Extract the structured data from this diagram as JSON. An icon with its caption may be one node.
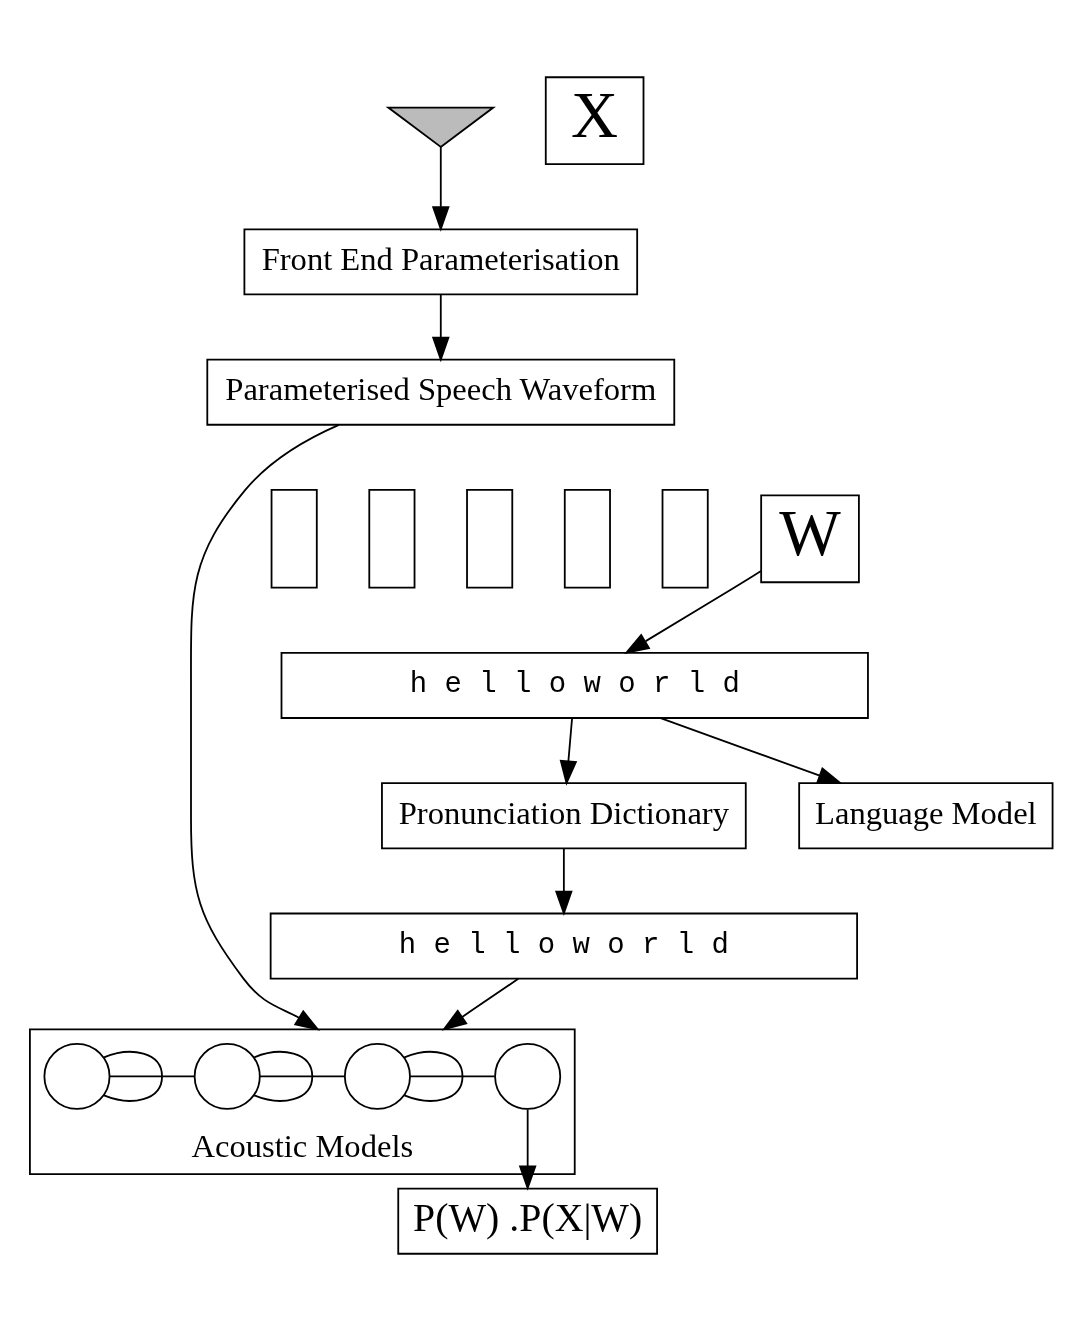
{
  "diagram": {
    "nodes": [
      {
        "text": [],
        "shape": "picture"
      },
      {
        "text": [
          "Front End Parameterisation"
        ]
      },
      {
        "text": [
          "X"
        ]
      },
      {
        "text": [
          "h e l l o w o r l d"
        ]
      },
      {
        "text": [
          "Acoustic Models"
        ]
      },
      {
        "text": [],
        "shape": "circle",
        "in": 4
      },
      {
        "text": [],
        "shape": "circle",
        "in": 4
      },
      {
        "text": [],
        "shape": "circle",
        "in": 4
      },
      {
        "text": [],
        "shape": "circle",
        "in": 4
      },
      {
        "text": [
          "Parameterised Speech Waveform"
        ]
      },
      {
        "text": [],
        "shape": "box"
      },
      {
        "text": [],
        "shape": "box"
      },
      {
        "text": [],
        "shape": "box"
      },
      {
        "text": [],
        "shape": "box"
      },
      {
        "text": [],
        "shape": "box"
      },
      {
        "text": [
          "h e l l o w o r l d"
        ]
      },
      {
        "text": [
          "Pronunciation Dictionary"
        ]
      },
      {
        "text": [
          "W"
        ]
      },
      {
        "text": [
          "Language Model"
        ]
      },
      {
        "text": [
          "P(W) .P(X|W)"
        ]
      }
    ],
    "edges": [
      {
        "from": 0,
        "to": 1,
        "arrow": "to"
      },
      {
        "from": 1,
        "to": 9,
        "arrow": "to"
      },
      {
        "from": 3,
        "to": 4,
        "arrow": "to"
      },
      {
        "from": 16,
        "to": 3,
        "arrow": "to"
      },
      {
        "from": 5,
        "to": 5,
        "arrow": "none"
      },
      {
        "from": 6,
        "to": 6,
        "arrow": "none"
      },
      {
        "from": 7,
        "to": 7,
        "arrow": "none"
      },
      {
        "from": 5,
        "to": 6,
        "arrow": "none"
      },
      {
        "from": 6,
        "to": 7,
        "arrow": "none"
      },
      {
        "from": 7,
        "to": 8,
        "arrow": "none"
      },
      {
        "from": 8,
        "to": 19,
        "arrow": "to"
      },
      {
        "from": 9,
        "to": 4,
        "arrow": "to"
      },
      {
        "from": 15,
        "to": 16,
        "arrow": "to"
      },
      {
        "from": 17,
        "to": 15,
        "arrow": "to"
      },
      {
        "from": 15,
        "to": 18,
        "arrow": "to"
      }
    ]
  }
}
